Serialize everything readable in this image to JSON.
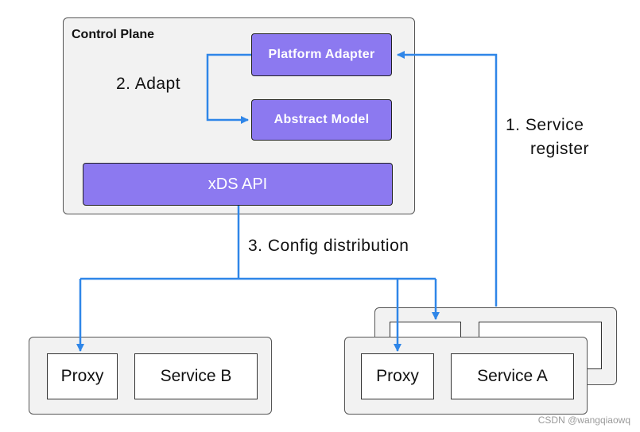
{
  "control_plane": {
    "title": "Control Plane",
    "platform_adapter": "Platform Adapter",
    "abstract_model": "Abstract Model",
    "xds_api": "xDS API"
  },
  "labels": {
    "adapt": "2. Adapt",
    "service_register_line1": "1. Service",
    "service_register_line2": "register",
    "config_distribution": "3. Config distribution"
  },
  "left_pod": {
    "proxy": "Proxy",
    "service": "Service B"
  },
  "right_pod": {
    "proxy": "Proxy",
    "service": "Service A"
  },
  "watermark": "CSDN @wangqiaowq",
  "colors": {
    "purple": "#8c79f0",
    "arrow": "#2f86e8",
    "container": "#f2f2f2"
  }
}
